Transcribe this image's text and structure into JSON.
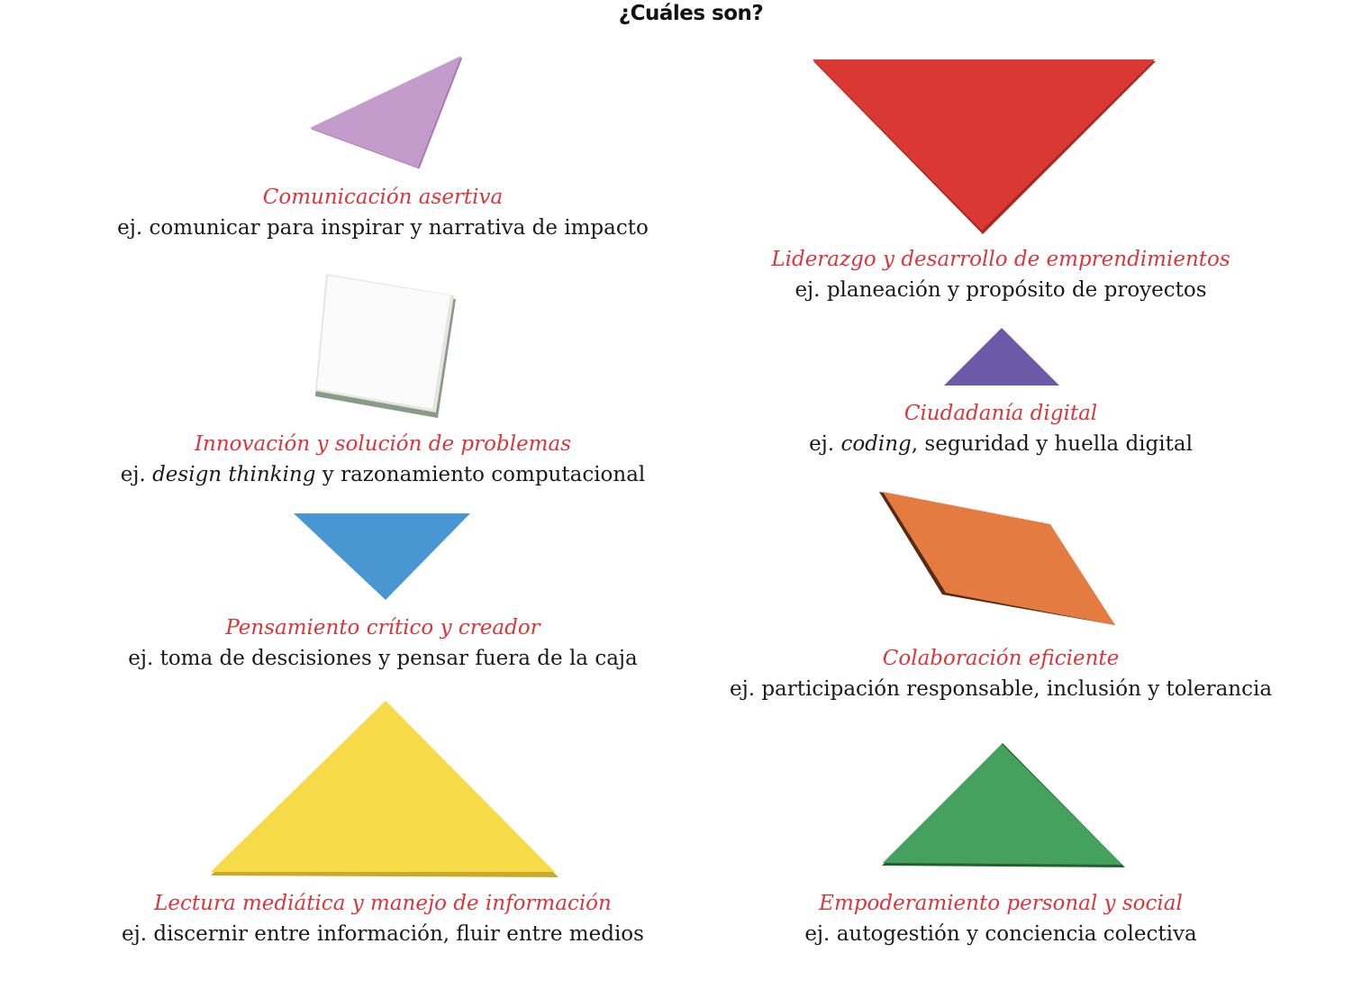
{
  "title": "¿Cuáles son?",
  "colors": {
    "accent": "#d9363c",
    "text": "#1a1a1a",
    "purple_triangle": "#c39ccc",
    "white_square": "#fbfbfb",
    "blue_triangle": "#4896d2",
    "yellow_triangle": "#f7da48",
    "red_triangle": "#d93833",
    "indigo_triangle": "#6c5aa8",
    "orange_parallelogram": "#e47c42",
    "green_triangle": "#45a25e"
  },
  "skills": [
    {
      "name": "Comunicación asertiva",
      "example_prefix": "ej. ",
      "example_em": "",
      "example_rest": "comunicar para inspirar y narrativa de impacto",
      "shape": "purple-triangle"
    },
    {
      "name": "Innovación y solución de problemas",
      "example_prefix": "ej. ",
      "example_em": "design thinking",
      "example_rest": " y razonamiento computacional",
      "shape": "white-square"
    },
    {
      "name": "Pensamiento crítico y creador",
      "example_prefix": "ej. ",
      "example_em": "",
      "example_rest": "toma de descisiones y pensar fuera de la caja",
      "shape": "blue-triangle"
    },
    {
      "name": "Lectura mediática y manejo de información",
      "example_prefix": "ej. ",
      "example_em": "",
      "example_rest": "discernir entre información, fluir entre medios",
      "shape": "yellow-triangle"
    },
    {
      "name": "Liderazgo y desarrollo de emprendimientos",
      "example_prefix": "ej. ",
      "example_em": "",
      "example_rest": "planeación y propósito de proyectos",
      "shape": "red-triangle"
    },
    {
      "name": "Ciudadanía digital",
      "example_prefix": "ej. ",
      "example_em": "coding",
      "example_rest": ", seguridad y huella digital",
      "shape": "indigo-triangle"
    },
    {
      "name": "Colaboración eficiente",
      "example_prefix": "ej. ",
      "example_em": "",
      "example_rest": "participación responsable, inclusión y tolerancia",
      "shape": "orange-parallelogram"
    },
    {
      "name": "Empoderamiento personal y social",
      "example_prefix": "ej. ",
      "example_em": "",
      "example_rest": "autogestión y conciencia colectiva",
      "shape": "green-triangle"
    }
  ]
}
